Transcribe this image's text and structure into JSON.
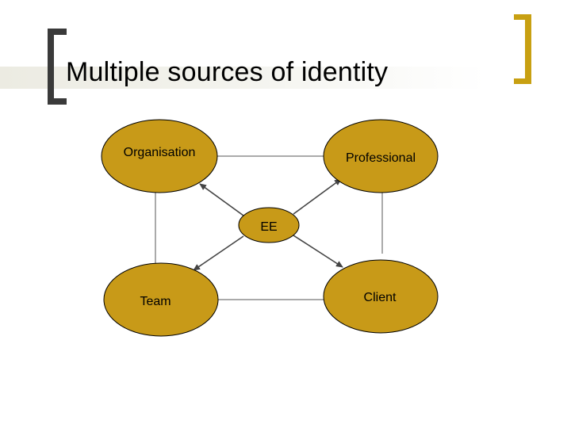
{
  "slide": {
    "title": "Multiple sources of identity"
  },
  "colors": {
    "node_fill": "#c89a18",
    "node_stroke": "#000000",
    "bracket_left": "#3a3a3a",
    "bracket_right": "#c8a012",
    "connector": "#444444"
  },
  "diagram": {
    "nodes": {
      "organisation": "Organisation",
      "professional": "Professional",
      "ee": "EE",
      "team": "Team",
      "client": "Client"
    }
  }
}
